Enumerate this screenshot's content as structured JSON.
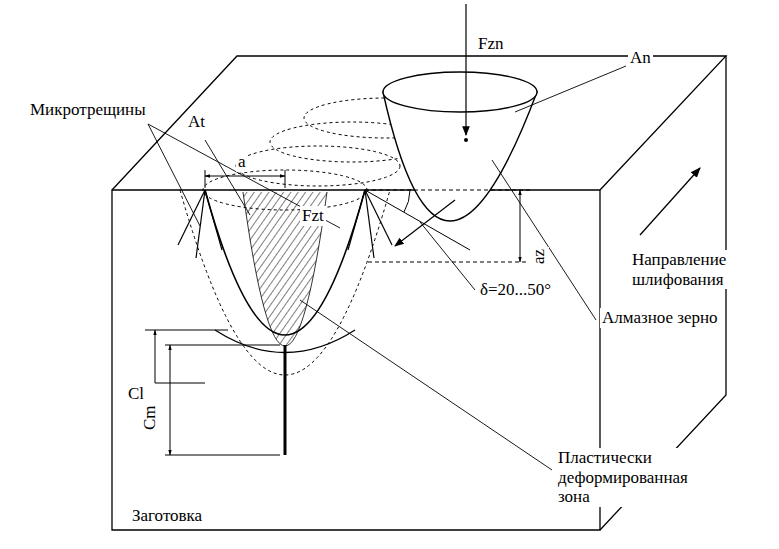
{
  "diagram": {
    "labels": [
      "Fzn",
      "An",
      "At",
      "Микротрещины",
      "a",
      "Fzt",
      "Направление шлифования",
      "δ=20...50°",
      "Алмазное зерно",
      "az",
      "Cl",
      "Cm",
      "Пластически деформированная зона",
      "Заготовка"
    ]
  }
}
